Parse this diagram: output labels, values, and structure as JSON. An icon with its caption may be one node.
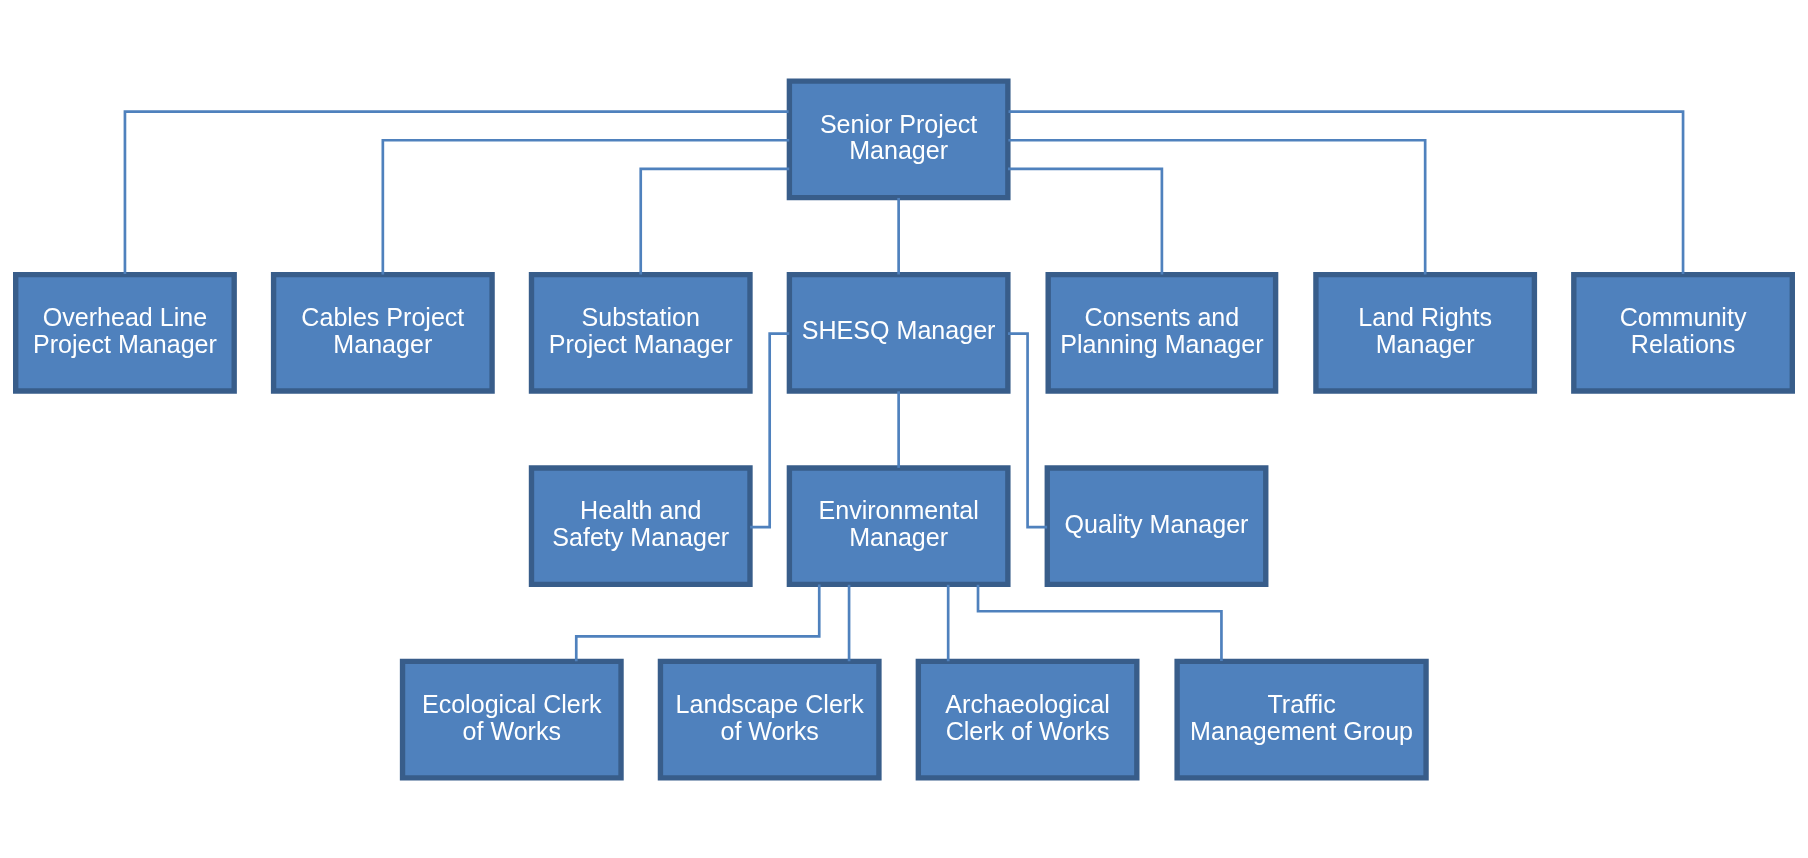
{
  "diagram": {
    "nodes": [
      {
        "text": [
          "Senior Project Manager"
        ]
      },
      {
        "text": [
          "Overhead Line Project Manager"
        ]
      },
      {
        "text": [
          "Cables Project Manager"
        ]
      },
      {
        "text": [
          "Substation Project Manager"
        ]
      },
      {
        "text": [
          "SHESQ Manager"
        ]
      },
      {
        "text": [
          "Consents and Planning Manager"
        ]
      },
      {
        "text": [
          "Land Rights Manager"
        ]
      },
      {
        "text": [
          "Community Relations"
        ]
      },
      {
        "text": [
          "Health and Safety Manager"
        ]
      },
      {
        "text": [
          "Environmental Manager"
        ]
      },
      {
        "text": [
          "Quality Manager"
        ]
      },
      {
        "text": [
          "Ecological Clerk of Works"
        ]
      },
      {
        "text": [
          "Landscape Clerk of Works"
        ]
      },
      {
        "text": [
          "Archaeological Clerk of Works"
        ]
      },
      {
        "text": [
          "Traffic Management Group"
        ]
      }
    ],
    "edges": [
      {
        "from": 0,
        "to": 1,
        "arrow": "none"
      },
      {
        "from": 0,
        "to": 2,
        "arrow": "none"
      },
      {
        "from": 0,
        "to": 3,
        "arrow": "none"
      },
      {
        "from": 0,
        "to": 4,
        "arrow": "none"
      },
      {
        "from": 0,
        "to": 5,
        "arrow": "none"
      },
      {
        "from": 0,
        "to": 6,
        "arrow": "none"
      },
      {
        "from": 0,
        "to": 7,
        "arrow": "none"
      },
      {
        "from": 4,
        "to": 8,
        "arrow": "none"
      },
      {
        "from": 4,
        "to": 9,
        "arrow": "none"
      },
      {
        "from": 4,
        "to": 10,
        "arrow": "none"
      },
      {
        "from": 9,
        "to": 11,
        "arrow": "none"
      },
      {
        "from": 9,
        "to": 12,
        "arrow": "none"
      },
      {
        "from": 9,
        "to": 13,
        "arrow": "none"
      },
      {
        "from": 9,
        "to": 14,
        "arrow": "none"
      }
    ]
  }
}
